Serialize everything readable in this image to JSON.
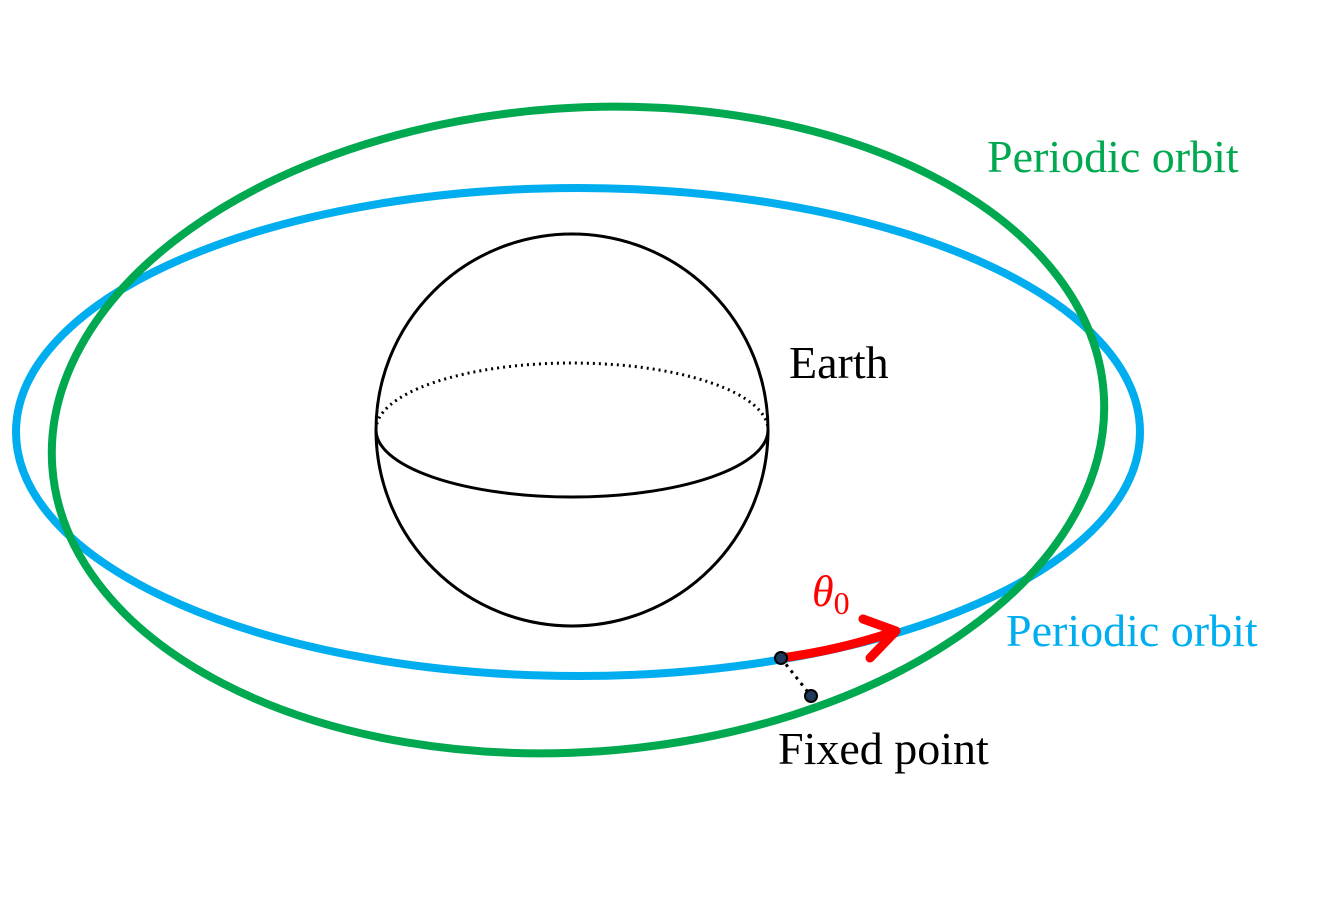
{
  "labels": {
    "green_orbit": "Periodic orbit",
    "blue_orbit": "Periodic orbit",
    "earth": "Earth",
    "theta": "θ",
    "theta_sub": "0",
    "fixed_point": "Fixed point"
  },
  "colors": {
    "green_orbit": "#00a94f",
    "blue_orbit": "#00aeef",
    "arrow": "#ff0000",
    "earth": "#000000",
    "point_fill": "#1f3a5a"
  }
}
